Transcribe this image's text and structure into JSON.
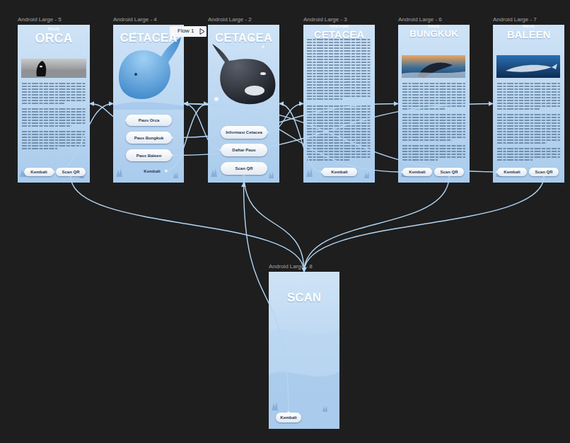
{
  "diagram": {
    "nodes": [
      {
        "text": [
          "Android Large - 5",
          "PAUS",
          "ORCA"
        ]
      },
      {
        "text": [
          "Kembali"
        ],
        "in": 0
      },
      {
        "text": [
          "Scan QR"
        ],
        "in": 0
      },
      {
        "text": [
          "Android Large - 4",
          "CETACEA"
        ]
      },
      {
        "text": [
          "Paus Orca"
        ],
        "in": 3
      },
      {
        "text": [
          "Paus Bungkuk"
        ],
        "in": 3
      },
      {
        "text": [
          "Paus Baleen"
        ],
        "in": 3
      },
      {
        "text": [
          "Kembali"
        ],
        "in": 3
      },
      {
        "text": [
          "Android Large - 2",
          "CETACEA"
        ]
      },
      {
        "text": [
          "Informasi Cetacea"
        ],
        "in": 8
      },
      {
        "text": [
          "Daftar Paus"
        ],
        "in": 8
      },
      {
        "text": [
          "Scan QR"
        ],
        "in": 8
      },
      {
        "text": [
          "Android Large - 3",
          "TENTANG",
          "CETACEA"
        ]
      },
      {
        "text": [
          "Kembali"
        ],
        "in": 12
      },
      {
        "text": [
          "Android Large - 6",
          "PAUS",
          "BUNGKUK"
        ]
      },
      {
        "text": [
          "Kembali"
        ],
        "in": 14
      },
      {
        "text": [
          "Scan QR"
        ],
        "in": 14
      },
      {
        "text": [
          "Android Large - 7",
          "PAUS",
          "BALEEN"
        ]
      },
      {
        "text": [
          "Kembali"
        ],
        "in": 17
      },
      {
        "text": [
          "Scan QR"
        ],
        "in": 17
      },
      {
        "text": [
          "Android Large - 8",
          "SCAN"
        ]
      },
      {
        "text": [
          "Kembali"
        ],
        "in": 20
      }
    ],
    "edges": [
      {
        "from": 9,
        "to": 12,
        "arrow": "to"
      },
      {
        "from": 10,
        "to": 3,
        "arrow": "to"
      },
      {
        "from": 11,
        "to": 20,
        "arrow": "to"
      },
      {
        "from": 4,
        "to": 0,
        "arrow": "to"
      },
      {
        "from": 5,
        "to": 14,
        "arrow": "to"
      },
      {
        "from": 6,
        "to": 17,
        "arrow": "to"
      },
      {
        "from": 7,
        "to": 8,
        "arrow": "to"
      },
      {
        "from": 1,
        "to": 3,
        "arrow": "to"
      },
      {
        "from": 2,
        "to": 20,
        "arrow": "to"
      },
      {
        "from": 13,
        "to": 8,
        "arrow": "to"
      },
      {
        "from": 15,
        "to": 3,
        "arrow": "to"
      },
      {
        "from": 16,
        "to": 20,
        "arrow": "to"
      },
      {
        "from": 18,
        "to": 3,
        "arrow": "to"
      },
      {
        "from": 19,
        "to": 20,
        "arrow": "to"
      },
      {
        "from": 21,
        "to": 8,
        "arrow": "to"
      }
    ],
    "labels": [
      "Flow 1"
    ]
  }
}
